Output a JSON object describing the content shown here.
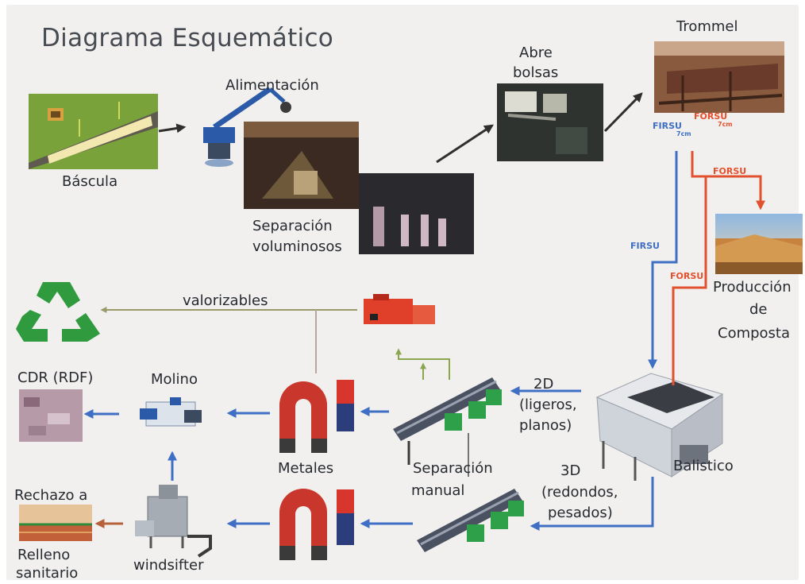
{
  "title": "Diagrama Esquemático",
  "labels": {
    "bascula": "Báscula",
    "alimentacion": "Alimentación",
    "separacion_1": "Separación",
    "separacion_2": "voluminosos",
    "abre_1": "Abre",
    "abre_2": "bolsas",
    "trommel": "Trommel",
    "produccion_1": "Producción",
    "produccion_2": "de",
    "produccion_3": "Composta",
    "balistico": "Balistico",
    "d2_1": "2D",
    "d2_2": "(ligeros,",
    "d2_3": "planos)",
    "d3_1": "3D",
    "d3_2": "(redondos,",
    "d3_3": "pesados)",
    "separacion_manual_1": "Separación",
    "separacion_manual_2": "manual",
    "metales": "Metales",
    "molino": "Molino",
    "cdr": "CDR (RDF)",
    "rechazo": "Rechazo a",
    "relleno_1": "Relleno",
    "relleno_2": "sanitario",
    "windsifter": "windsifter",
    "valorizables": "valorizables"
  },
  "flow_tags": {
    "firsu_trommel": "FIRSU",
    "firsu_unit": "7cm",
    "forsu_trommel": "FORSU",
    "forsu_unit": "7cm",
    "firsu_line": "FIRSU",
    "forsu_branch": "FORSU",
    "forsu_line": "FORSU"
  },
  "colors": {
    "blue_flow": "#3e6fc4",
    "red_flow": "#e2512f",
    "green_flow": "#8aa64e",
    "gray_arrow": "#2f2f2f",
    "recycle_green": "#2f9a3e"
  }
}
